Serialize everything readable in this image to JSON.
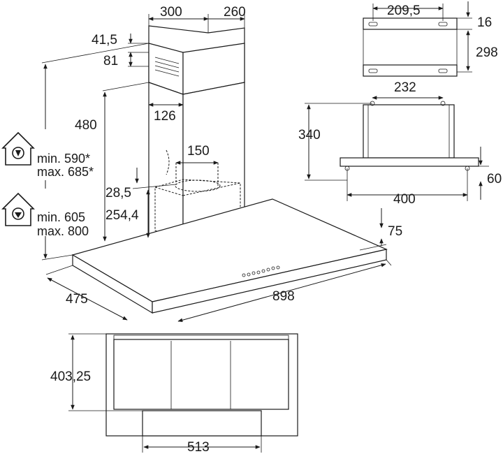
{
  "dimensions": {
    "chimney_width": "300",
    "chimney_depth": "260",
    "top_gap": "41,5",
    "vent_zone": "81",
    "vent_offset": "126",
    "chimney_height": "480",
    "outlet_diameter": "150",
    "outlet_offset": "28,5",
    "motor_height": "254,4",
    "hood_depth": "475",
    "hood_width": "898",
    "hood_thickness": "75",
    "bracket_hole_spacing": "209,5",
    "bracket_top": "16",
    "bracket_spacing": "298",
    "mount_hole_spacing": "232",
    "mount_height": "340",
    "mount_width": "400",
    "mount_bottom": "60",
    "filter_depth": "403,25",
    "control_width": "513"
  },
  "modes": {
    "extraction": {
      "min": "min. 590*",
      "max": "max. 685*"
    },
    "recirculation": {
      "min": "min. 605",
      "max": "max. 800"
    }
  }
}
